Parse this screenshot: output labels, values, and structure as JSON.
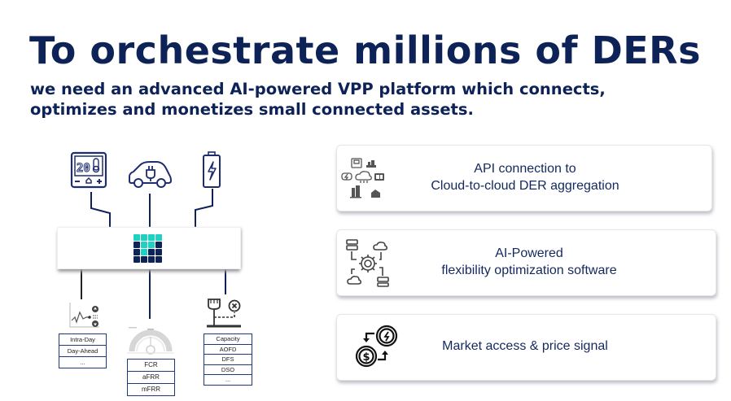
{
  "header": {
    "title": "To orchestrate millions of DERs",
    "subtitle_lines": [
      "we need an advanced AI-powered VPP platform which connects,",
      "optimizes and monetizes small connected assets."
    ]
  },
  "diagram": {
    "top_icons": [
      "thermostat-icon",
      "electric-car-icon",
      "battery-icon"
    ],
    "thermostat_display": "20",
    "hub_logo": {
      "colors": {
        "teal": "#1fd1c0",
        "navy": "#0d2256"
      },
      "grid": [
        [
          "teal",
          "teal",
          "teal",
          "teal"
        ],
        [
          "navy",
          "teal",
          "teal",
          "navy"
        ],
        [
          "navy",
          "teal",
          "navy",
          "navy"
        ],
        [
          "navy",
          "navy",
          "navy",
          "navy"
        ]
      ]
    },
    "bottom_icons": [
      "trading-chart-icon",
      "frequency-gauge-icon",
      "grid-connection-icon"
    ],
    "trading_markets": [
      "Intra-Day",
      "Day-Ahead",
      "..."
    ],
    "ancillary_services": [
      "FCR",
      "aFRR",
      "mFRR"
    ],
    "grid_services": [
      "Capacity",
      "AOFD",
      "DFS",
      "DSO",
      "..."
    ]
  },
  "cards": [
    {
      "icon": "der-devices-cloud-icon",
      "lines": [
        "API connection to",
        "Cloud-to-cloud DER aggregation"
      ]
    },
    {
      "icon": "ai-gear-network-icon",
      "lines": [
        "AI-Powered",
        "flexibility optimization software"
      ]
    },
    {
      "icon": "money-exchange-icon",
      "lines": [
        "Market access & price signal"
      ]
    }
  ],
  "colors": {
    "navy": "#0d2256",
    "teal": "#1fd1c0",
    "line": "#1e3a78"
  }
}
